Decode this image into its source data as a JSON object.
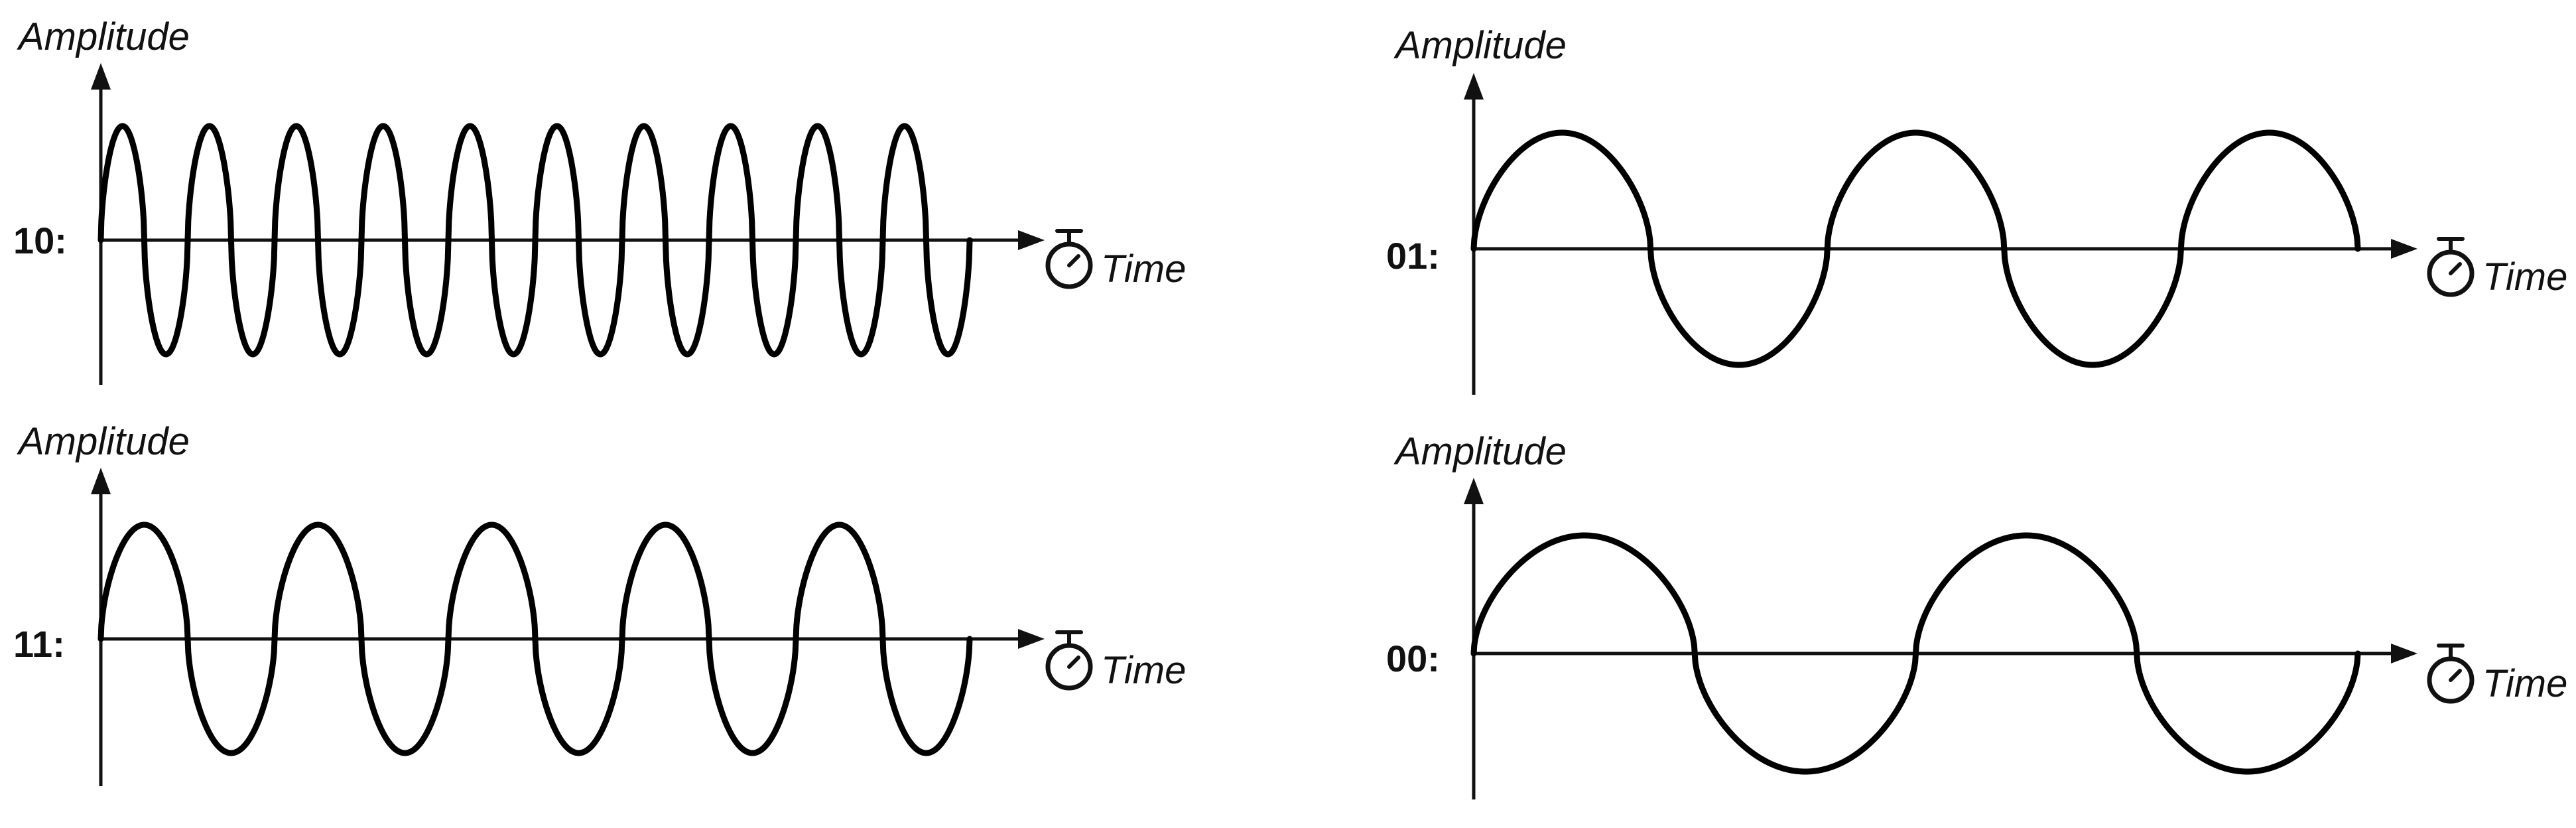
{
  "panels": [
    {
      "id": "p10",
      "code": "10:",
      "cycles": 10,
      "amplitude_label": "Amplitude",
      "time_label": "Time",
      "time_icon": "stopwatch-icon"
    },
    {
      "id": "p01",
      "code": "01:",
      "cycles": 2.5,
      "amplitude_label": "Amplitude",
      "time_label": "Time",
      "time_icon": "stopwatch-icon"
    },
    {
      "id": "p11",
      "code": "11:",
      "cycles": 5,
      "amplitude_label": "Amplitude",
      "time_label": "Time",
      "time_icon": "stopwatch-icon"
    },
    {
      "id": "p00",
      "code": "00:",
      "cycles": 2,
      "amplitude_label": "Amplitude",
      "time_label": "Time",
      "time_icon": "stopwatch-icon"
    }
  ]
}
